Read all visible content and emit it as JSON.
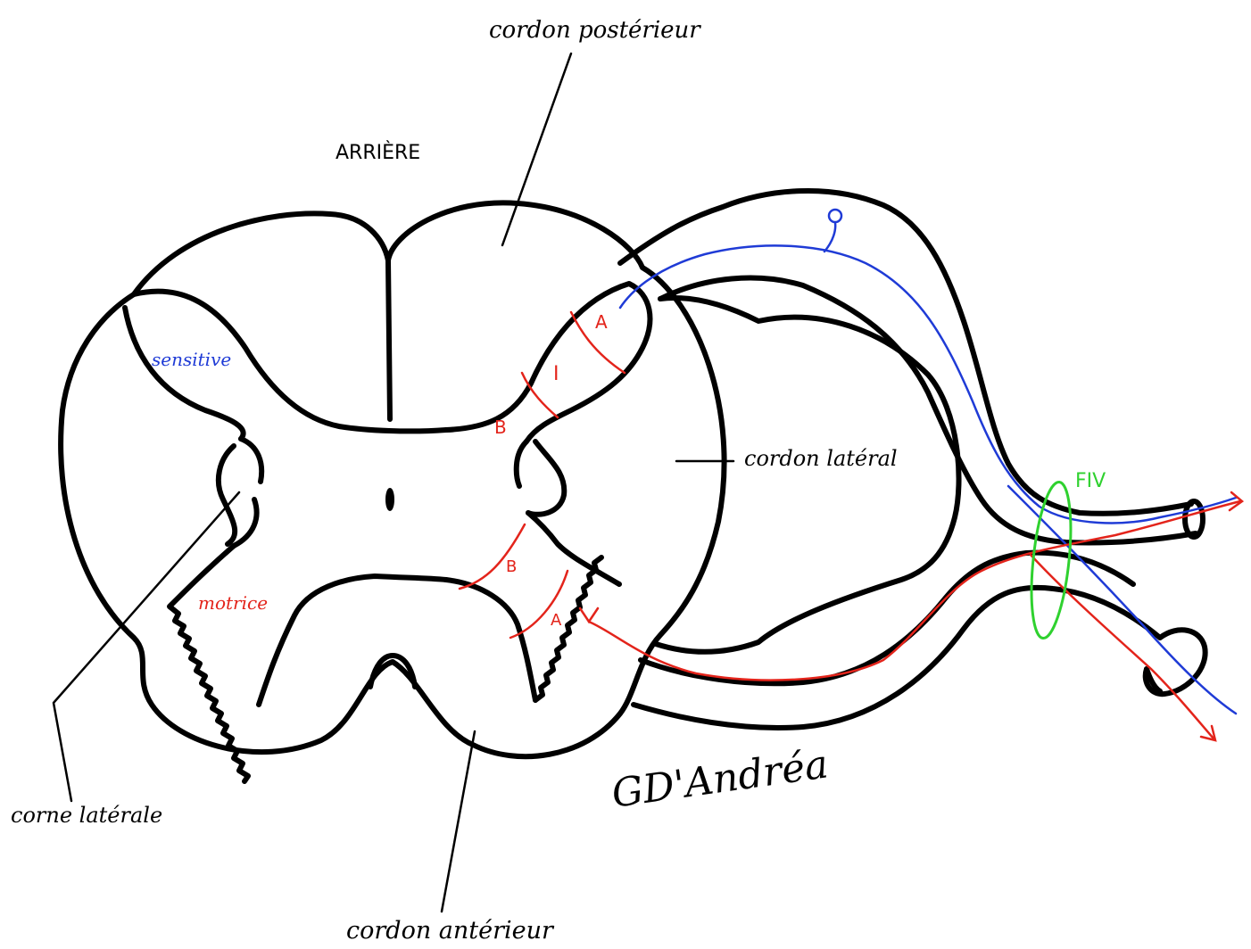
{
  "labels": {
    "dorsal_column": "cordon postérieur",
    "rear": "ARRIÈRE",
    "lateral_column": "cordon latéral",
    "lateral_horn": "corne latérale",
    "ventral_column": "cordon antérieur",
    "sensory": "sensitive",
    "motor": "motrice",
    "intervertebral_foramen": "FIV",
    "dorsal_a": "A",
    "dorsal_i": "I",
    "dorsal_b": "B",
    "ventral_b": "B",
    "ventral_a": "A",
    "signature": "GD'Andréa"
  },
  "colors": {
    "outline": "#000000",
    "sensory": "#1f3bd6",
    "motor": "#e3241b",
    "foramen": "#2fd12f"
  }
}
